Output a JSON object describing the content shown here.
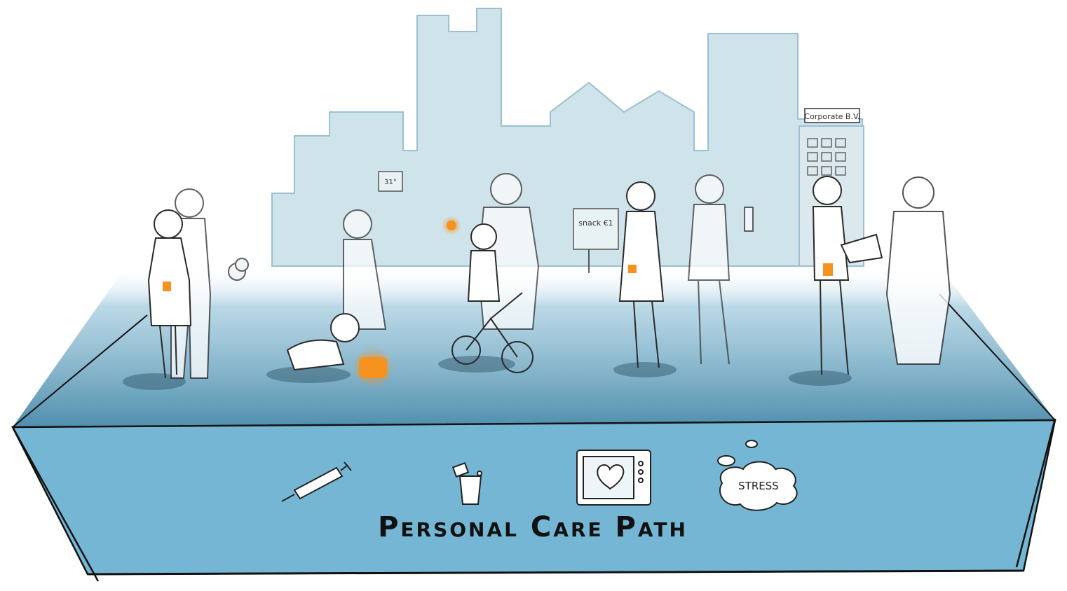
{
  "scene": {
    "caption": "Personal Care Path",
    "building_sign": "Corporate B.V.",
    "thermometer_label": "31°",
    "snack_sign": "snack €1",
    "thought_bubble": "STRESS",
    "colors": {
      "sky_buildings": "#cfe3ea",
      "platform_top": "#5a9cbc",
      "platform_front": "#74b6d4",
      "accent_orange": "#f6931e",
      "outline": "#2a2a2a"
    },
    "icons": [
      "syringe-icon",
      "medicine-cup-icon",
      "heart-scan-tablet-icon",
      "stress-cloud-icon"
    ],
    "people": [
      "pregnant-woman",
      "man-with-smoke",
      "crawling-baby",
      "elderly-woman",
      "girl-on-bike",
      "man-behind-bike",
      "woman-with-wine",
      "woman-with-bottle",
      "woman-with-laptop",
      "man-talking"
    ]
  }
}
